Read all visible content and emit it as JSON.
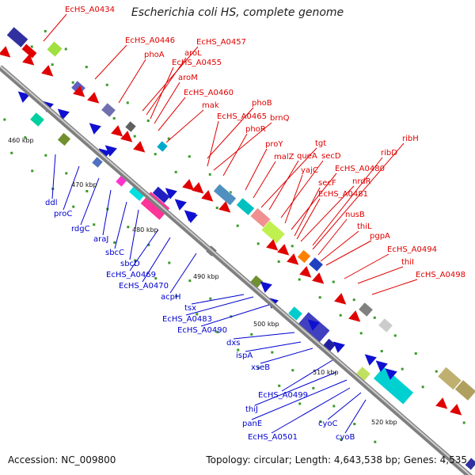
{
  "title": "Escherichia coli HS, complete genome",
  "footer": {
    "accession": "Accession: NC_009800",
    "topology": "Topology: circular; Length: 4,643,538 bp; Genes: 4,535"
  },
  "colors": {
    "forward_label": "#e00000",
    "reverse_label": "#0000d0",
    "backbone": "#9a9a9a"
  },
  "kbp_labels": [
    "460 kbp",
    "470 kbp",
    "480 kbp",
    "490 kbp",
    "500 kbp",
    "510 kbp",
    "520 kbp"
  ],
  "forward_genes": [
    "EcHS_A0434",
    "EcHS_A0446",
    "phoA",
    "EcHS_A0457",
    "aroL",
    "EcHS_A0455",
    "aroM",
    "EcHS_A0460",
    "mak",
    "phoB",
    "EcHS_A0465",
    "brnQ",
    "phoR",
    "proY",
    "tgt",
    "malZ",
    "queA",
    "secD",
    "yajC",
    "EcHS_A0480",
    "secF",
    "nrdR",
    "EcHS_A0481",
    "ribD",
    "ribH",
    "nusB",
    "thiL",
    "pgpA",
    "EcHS_A0494",
    "thiI",
    "EcHS_A0498"
  ],
  "reverse_genes": [
    "ddl",
    "proC",
    "rdgC",
    "araJ",
    "sbcC",
    "sbcD",
    "EcHS_A0469",
    "EcHS_A0470",
    "acpH",
    "tsx",
    "EcHS_A0483",
    "EcHS_A0490",
    "dxs",
    "ispA",
    "xseB",
    "EcHS_A0499",
    "thiJ",
    "panE",
    "EcHS_A0501",
    "cyoC",
    "cyoB"
  ]
}
